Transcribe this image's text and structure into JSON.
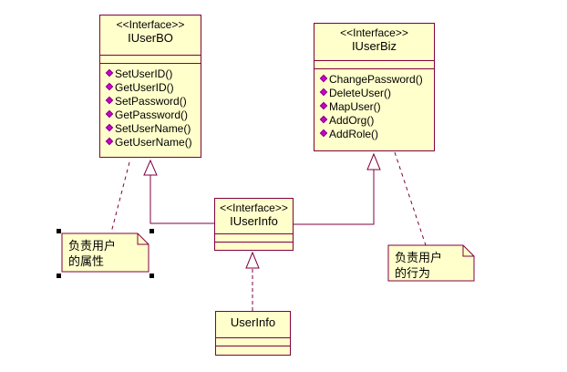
{
  "diagram": {
    "type": "uml-class",
    "classes": [
      {
        "id": "iuserbo",
        "stereotype": "<<Interface>>",
        "name": "IUserBO",
        "operations": [
          "SetUserID()",
          "GetUserID()",
          "SetPassword()",
          "GetPassword()",
          "SetUserName()",
          "GetUserName()"
        ]
      },
      {
        "id": "iuserbiz",
        "stereotype": "<<Interface>>",
        "name": "IUserBiz",
        "operations": [
          "ChangePassword()",
          "DeleteUser()",
          "MapUser()",
          "AddOrg()",
          "AddRole()"
        ]
      },
      {
        "id": "iuserinfo",
        "stereotype": "<<Interface>>",
        "name": "IUserInfo",
        "operations": []
      },
      {
        "id": "userinfo",
        "stereotype": "",
        "name": "UserInfo",
        "operations": []
      }
    ],
    "notes": [
      {
        "id": "note-attributes",
        "lines": [
          "负责用户",
          "的属性"
        ],
        "selected": true
      },
      {
        "id": "note-behavior",
        "lines": [
          "负责用户",
          "的行为"
        ],
        "selected": false
      }
    ],
    "relations": [
      {
        "type": "generalization",
        "from": "IUserInfo",
        "to": "IUserBO"
      },
      {
        "type": "generalization",
        "from": "IUserInfo",
        "to": "IUserBiz"
      },
      {
        "type": "realization",
        "from": "UserInfo",
        "to": "IUserInfo"
      },
      {
        "type": "note-anchor",
        "from": "note-attributes",
        "to": "IUserBO"
      },
      {
        "type": "note-anchor",
        "from": "note-behavior",
        "to": "IUserBiz"
      }
    ],
    "colors": {
      "class_fill": "#ffffcc",
      "border": "#800040",
      "operation_marker": "#cc00cc"
    }
  }
}
